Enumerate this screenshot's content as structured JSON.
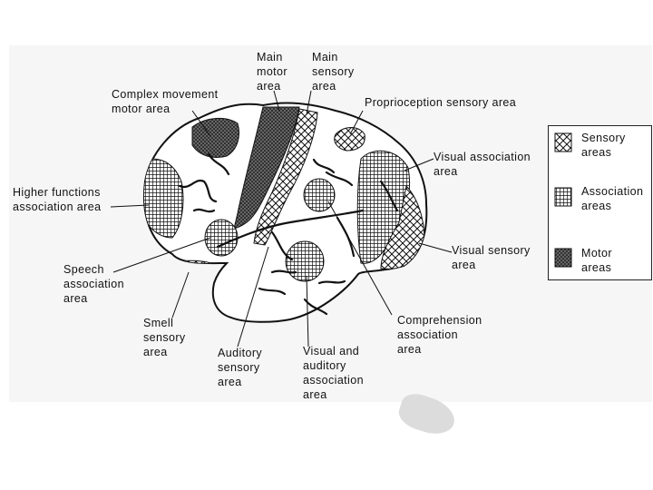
{
  "labels": {
    "main_motor": "Main\nmotor\narea",
    "main_sensory": "Main\nsensory\narea",
    "complex_movement": "Complex movement\nmotor area",
    "proprioception": "Proprioception sensory area",
    "visual_association": "Visual association\narea",
    "higher_functions": "Higher functions\nassociation area",
    "visual_sensory": "Visual  sensory\narea",
    "speech": "Speech\nassociation\narea",
    "comprehension": "Comprehension\nassociation\narea",
    "smell": "Smell\nsensory\narea",
    "auditory": "Auditory\nsensory\narea",
    "visual_auditory": "Visual and\nauditory\nassociation\narea"
  },
  "legend": {
    "sensory": "Sensory\nareas",
    "association": "Association\nareas",
    "motor": "Motor\nareas"
  }
}
